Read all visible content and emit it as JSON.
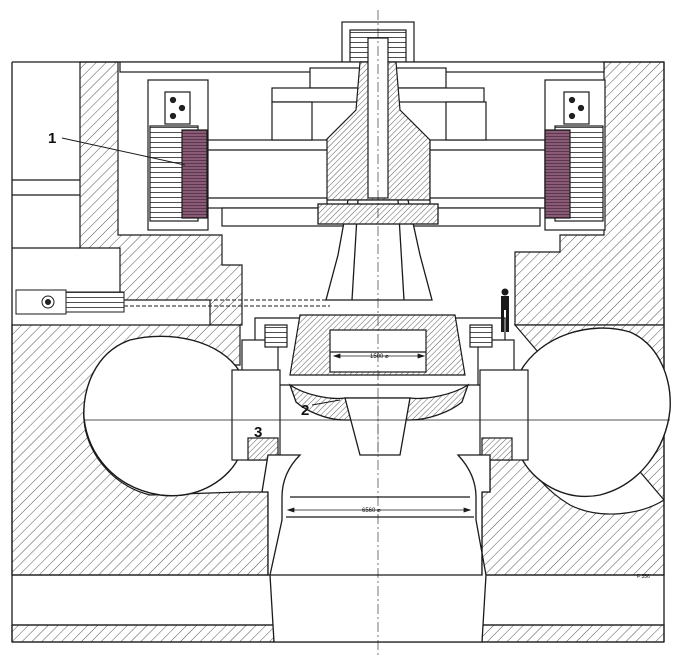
{
  "labels": {
    "generator": "1",
    "runner": "2",
    "wicket_gate": "3"
  },
  "dimensions": {
    "runner_diameter": "1500 ⌀",
    "throat_diameter": "6560 ⌀"
  },
  "figure_ref": "F 356",
  "colors": {
    "ink": "#1a1a1a",
    "stator_core": "#7a4a66",
    "hatch": "#444444",
    "paper": "#ffffff"
  }
}
